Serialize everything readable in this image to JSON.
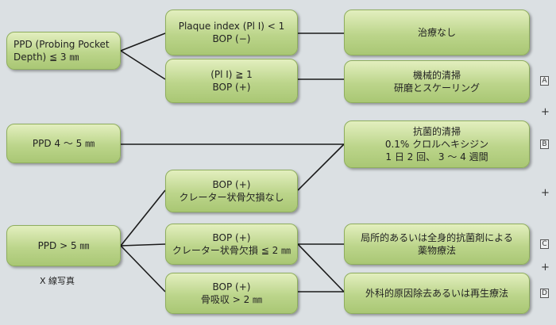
{
  "diagram": {
    "ppd_le3": {
      "line1": "PPD (Probing Pocket",
      "line2": "Depth) ≦ 3 ㎜"
    },
    "pli_lt1": {
      "line1": "Plaque index (Pl I) < 1",
      "line2": "BOP (−)"
    },
    "pli_ge1": {
      "line1": "(Pl I) ≧ 1",
      "line2": "BOP (+)"
    },
    "no_treatment": {
      "line1": "治療なし"
    },
    "mechanical": {
      "line1": "機械的清掃",
      "line2": "研磨とスケーリング"
    },
    "ppd_4_5": {
      "line1": "PPD  4 〜 5 ㎜"
    },
    "antibacterial": {
      "line1": "抗菌的清掃",
      "line2": "0.1% クロルヘキシジン",
      "line3": "1 日 2 回、 3 〜 4 週間"
    },
    "bop_no_crater": {
      "line1": "BOP (+)",
      "line2": "クレーター状骨欠損なし"
    },
    "ppd_gt5": {
      "line1": "PPD > 5 ㎜"
    },
    "xray": "X 線写真",
    "bop_crater": {
      "line1": "BOP (+)",
      "line2": "クレーター状骨欠損 ≦ 2 ㎜"
    },
    "local_systemic": {
      "line1": "局所的あるいは全身的抗菌剤による",
      "line2": "薬物療法"
    },
    "bop_bone_loss": {
      "line1": "BOP (+)",
      "line2": "骨吸収 > 2 ㎜"
    },
    "surgical": {
      "line1": "外科的原因除去あるいは再生療法"
    },
    "tags": {
      "a": "A",
      "b": "B",
      "c": "C",
      "d": "D"
    },
    "plus_sign": "+"
  }
}
